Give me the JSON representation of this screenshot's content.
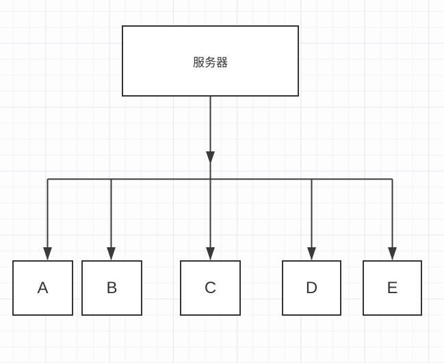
{
  "diagram": {
    "title": "server-fanout-flowchart",
    "nodes": {
      "server": {
        "label": "服务器"
      },
      "a": {
        "label": "A"
      },
      "b": {
        "label": "B"
      },
      "c": {
        "label": "C"
      },
      "d": {
        "label": "D"
      },
      "e": {
        "label": "E"
      }
    },
    "edges": [
      {
        "from": "server",
        "to": "bus",
        "arrow": true
      },
      {
        "from": "bus",
        "to": "a",
        "arrow": true
      },
      {
        "from": "bus",
        "to": "b",
        "arrow": true
      },
      {
        "from": "bus",
        "to": "c",
        "arrow": true
      },
      {
        "from": "bus",
        "to": "d",
        "arrow": true
      },
      {
        "from": "bus",
        "to": "e",
        "arrow": true
      }
    ],
    "colors": {
      "line": "#3a3a3a",
      "node_border": "#333333",
      "node_fill": "#ffffff",
      "text": "#333333",
      "canvas_bg": "#fdfdfd",
      "grid_minor": "#f2f2f5",
      "grid_major": "#e9e9ed"
    }
  }
}
